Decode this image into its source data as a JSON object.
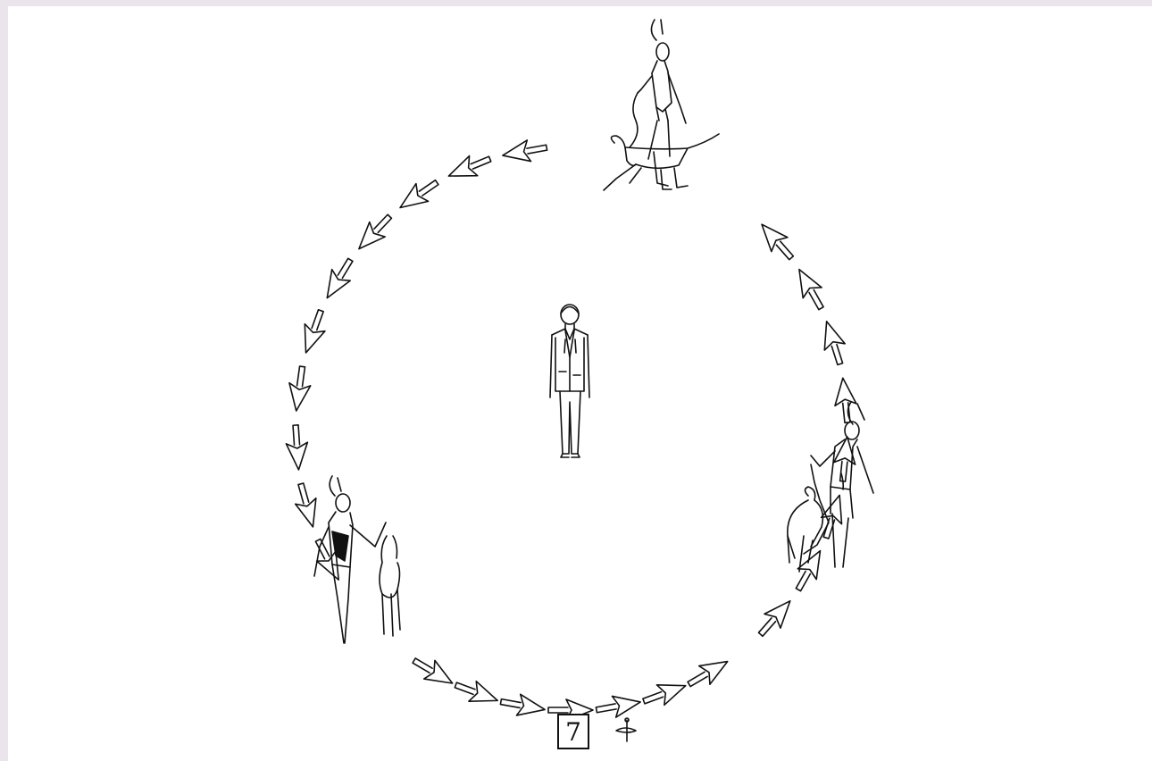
{
  "diagram": {
    "exercise_number": "7",
    "ink_color": "#111111",
    "background_color": "#ffffff",
    "border_color": "#ece4ec",
    "circle_direction": "counterclockwise",
    "figures": [
      {
        "name": "judge",
        "location": "center"
      },
      {
        "name": "handler-with-dog-walking",
        "location": "top"
      },
      {
        "name": "handler-with-dog-sitting",
        "location": "right"
      },
      {
        "name": "handler-with-dog-standing",
        "location": "left"
      }
    ],
    "symbol_icon": "heel-position-symbol"
  }
}
